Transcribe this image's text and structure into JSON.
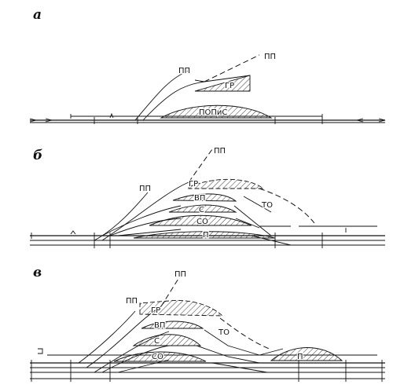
{
  "panels": [
    {
      "letter": "а",
      "labels": {
        "pp_left": "ПП",
        "pp_right": "ПП",
        "gr": "ГР",
        "zone": "ПОПиС"
      }
    },
    {
      "letter": "б",
      "labels": {
        "pp_left": "ПП",
        "pp_right": "ПП",
        "gr": "ГР",
        "vp": "ВП",
        "s": "С",
        "so": "СО",
        "p": "П",
        "to": "ТО"
      }
    },
    {
      "letter": "в",
      "labels": {
        "pp_left": "ПП",
        "pp_right": "ПП",
        "gr": "ГР",
        "vp": "ВП",
        "s": "С",
        "so": "СО",
        "p": "П",
        "to": "ТО"
      }
    }
  ]
}
